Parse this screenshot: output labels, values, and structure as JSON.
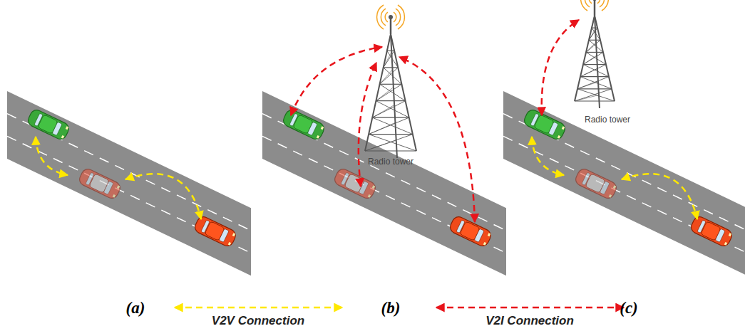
{
  "diagram": {
    "labels": [
      "Radio tower",
      "Radio tower",
      "(a)",
      "(b)",
      "(c)"
    ],
    "legend": [
      {
        "text": "V2V Connection"
      },
      {
        "text": "V2I Connection"
      }
    ]
  }
}
